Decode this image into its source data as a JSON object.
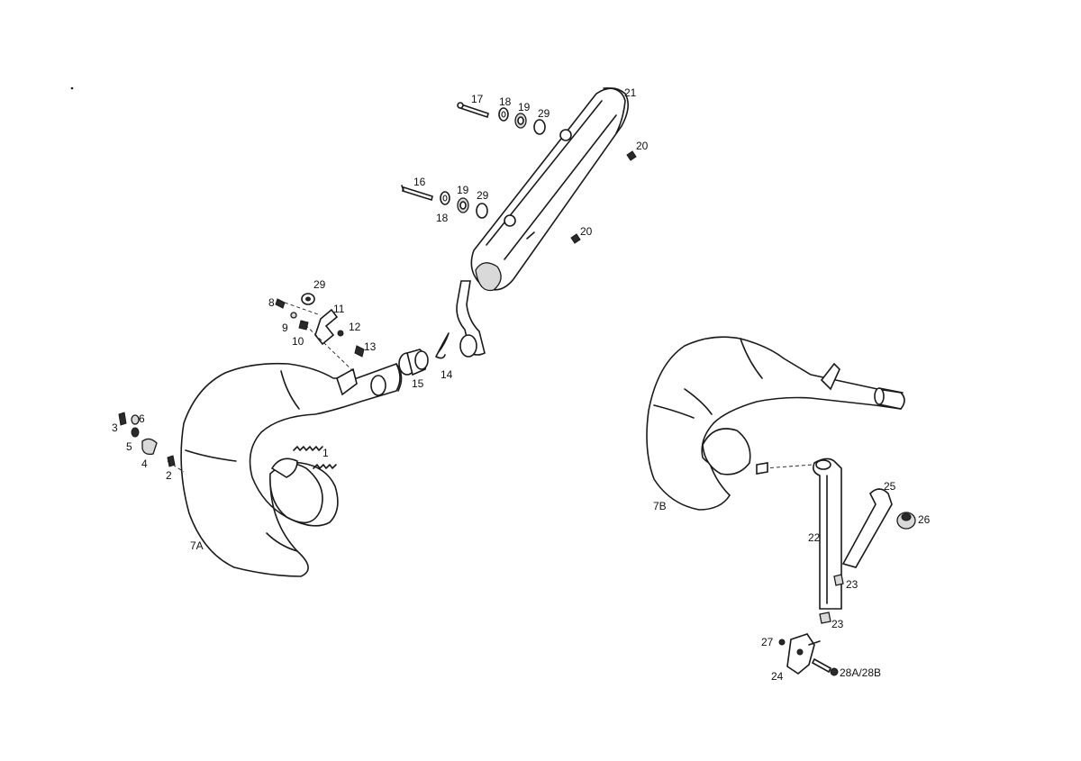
{
  "labels": {
    "p1": "1",
    "p2": "2",
    "p3": "3",
    "p4": "4",
    "p5": "5",
    "p6": "6",
    "p7a": "7A",
    "p7b": "7B",
    "p8": "8",
    "p9": "9",
    "p10": "10",
    "p11": "11",
    "p12": "12",
    "p13": "13",
    "p14": "14",
    "p15": "15",
    "p16": "16",
    "p17": "17",
    "p18a": "18",
    "p18b": "18",
    "p19a": "19",
    "p19b": "19",
    "p20a": "20",
    "p20b": "20",
    "p21": "21",
    "p22": "22",
    "p23a": "23",
    "p23b": "23",
    "p24": "24",
    "p25": "25",
    "p26": "26",
    "p27": "27",
    "p28": "28A/28B",
    "p29a": "29",
    "p29b": "29",
    "p29c": "29"
  }
}
